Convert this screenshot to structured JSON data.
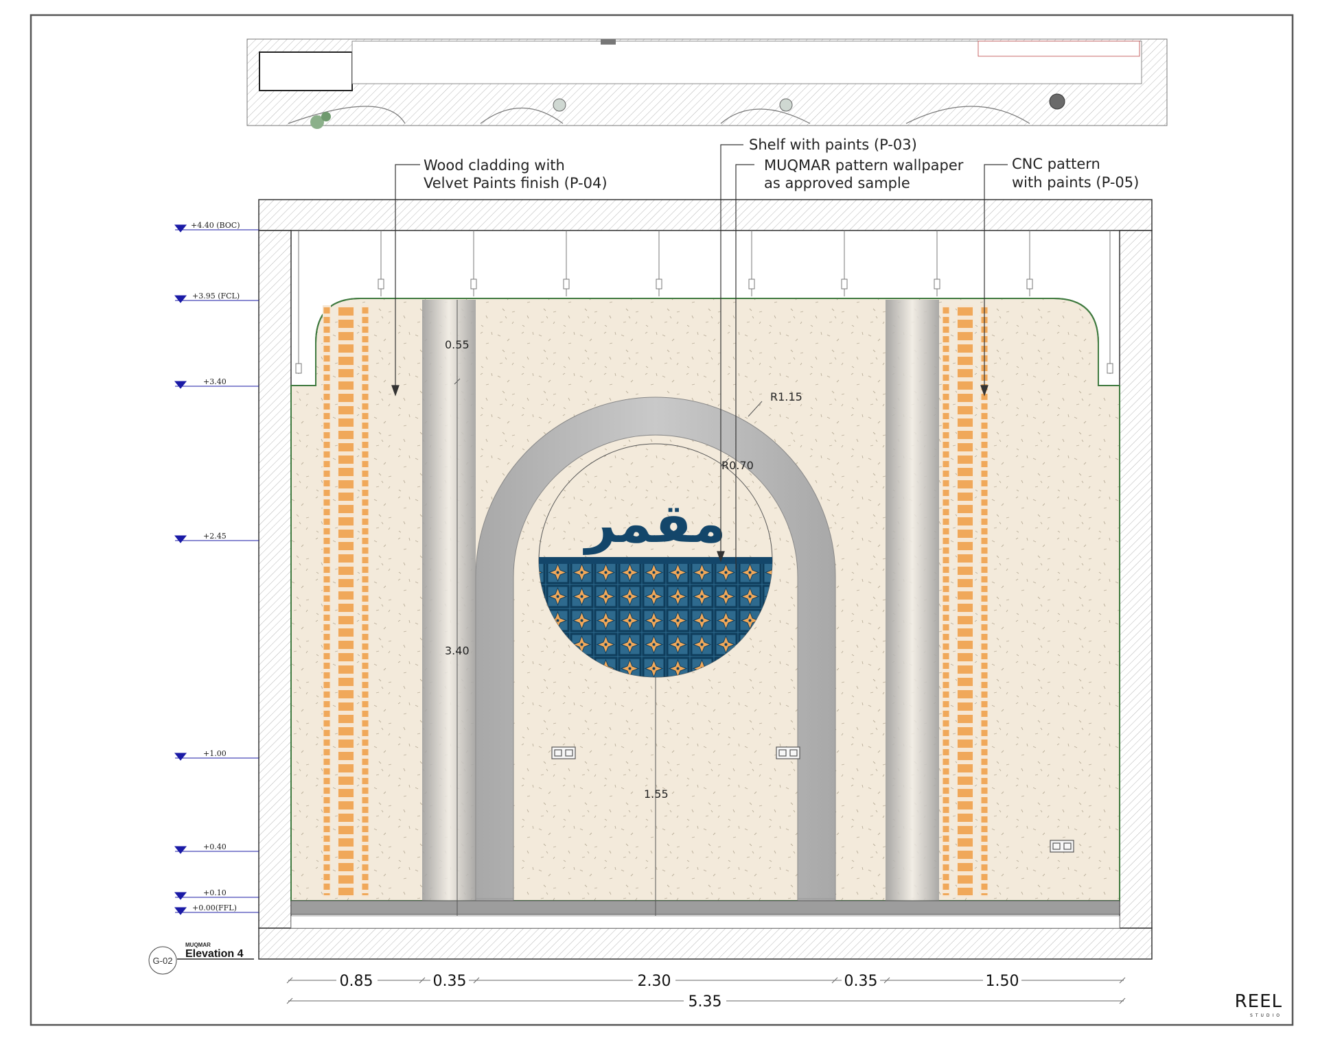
{
  "callouts": {
    "wood_line1": "Wood cladding with",
    "wood_line2": "Velvet Paints finish (P-04)",
    "shelf": "Shelf with paints (P-03)",
    "wallpaper_line1": "MUQMAR pattern wallpaper",
    "wallpaper_line2": "as approved sample",
    "cnc_line1": "CNC pattern",
    "cnc_line2": "with paints (P-05)"
  },
  "levels": {
    "boc": "+4.40 (BOC)",
    "fcl": "+3.95 (FCL)",
    "l340": "+3.40",
    "l245": "+2.45",
    "l100": "+1.00",
    "l040": "+0.40",
    "l010": "+0.10",
    "ffl": "+0.00(FFL)"
  },
  "inner_dims": {
    "d055": "0.55",
    "d340": "3.40",
    "d155": "1.55",
    "r115": "R1.15",
    "r070": "R0.70"
  },
  "bottom_dims": {
    "d1": "0.85",
    "d2": "0.35",
    "d3": "2.30",
    "d4": "0.35",
    "d5": "1.50",
    "total": "5.35"
  },
  "sign_text": "مقمر",
  "title_block": {
    "sheet": "G-02",
    "project": "MUQMAR",
    "view": "Elevation 4"
  },
  "brand": {
    "name": "REEL",
    "sub": "STUDIO"
  },
  "colors": {
    "wall": "#f3eadb",
    "orange": "#f0a85a",
    "navy": "#13466a",
    "level_marker": "#1a1aa6"
  }
}
